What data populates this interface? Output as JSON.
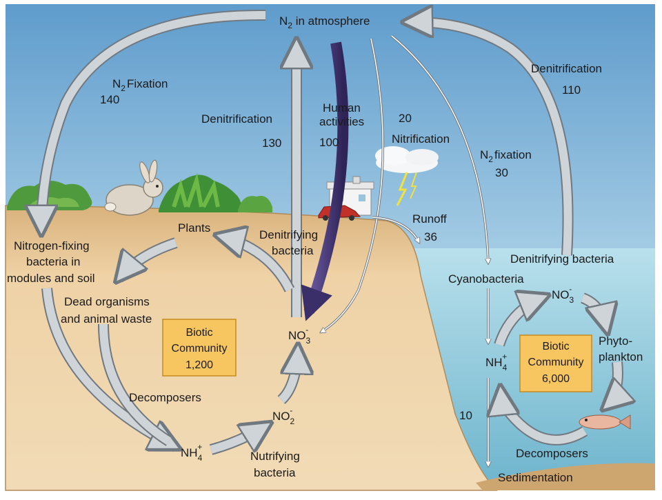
{
  "atmosphere": {
    "n2": "N",
    "n2_sub": "2",
    "n2_rest": " in atmosphere"
  },
  "land": {
    "n2_fixation_label": "Fixation",
    "n2_fixation_prefix": "N",
    "n2_fixation_sub": "2",
    "n2_fixation_value": "140",
    "denitrification_label": "Denitrification",
    "denitrification_value": "130",
    "human_line1": "Human",
    "human_line2": "activities",
    "human_value": "100",
    "nitrification_value": "20",
    "nitrification_label": "Nitrification",
    "plants": "Plants",
    "nfix_bacteria_line1": "Nitrogen-fixing",
    "nfix_bacteria_line2": "bacteria in",
    "nfix_bacteria_line3": "modules and soil",
    "denitrifying_line1": "Denitrifying",
    "denitrifying_line2": "bacteria",
    "dead_line1": "Dead organisms",
    "dead_line2": "and animal waste",
    "biotic_line1": "Biotic",
    "biotic_line2": "Community",
    "biotic_value": "1,200",
    "decomposers": "Decomposers",
    "nutrifying_line1": "Nutrifying",
    "nutrifying_line2": "bacteria",
    "no3": "NO",
    "no3_sub": "3",
    "no3_sup": "-",
    "no2": "NO",
    "no2_sub": "2",
    "no2_sup": "-",
    "nh4": "NH",
    "nh4_sub": "4",
    "nh4_sup": "+"
  },
  "ocean": {
    "denitrification_label": "Denitrification",
    "denitrification_value": "110",
    "n2_fixation_prefix": "N",
    "n2_fixation_sub": "2",
    "n2_fixation_label": "fixation",
    "n2_fixation_value": "30",
    "runoff_label": "Runoff",
    "runoff_value": "36",
    "denitrifying_bacteria": "Denitrifying bacteria",
    "cyanobacteria": "Cyanobacteria",
    "no3": "NO",
    "no3_sub": "3",
    "no3_sup": "-",
    "phyto_line1": "Phyto-",
    "phyto_line2": "plankton",
    "biotic_line1": "Biotic",
    "biotic_line2": "Community",
    "biotic_value": "6,000",
    "nh4": "NH",
    "nh4_sub": "4",
    "nh4_sup": "+",
    "sediment_value": "10",
    "decomposers": "Decomposers",
    "sedimentation": "Sedimentation"
  },
  "colors": {
    "sky_top": "#6fa6d2",
    "sky_bottom": "#e9f3f8",
    "soil": "#e6c79c",
    "soil_dark": "#cfa46b",
    "water": "#9fd1e2",
    "water_deep": "#6fb8d0",
    "arrow_fill": "#cfd4d8",
    "arrow_stroke": "#707880",
    "human_arrow": "#4a3d7a",
    "box_fill": "#f7c660",
    "box_stroke": "#c48a1e"
  }
}
